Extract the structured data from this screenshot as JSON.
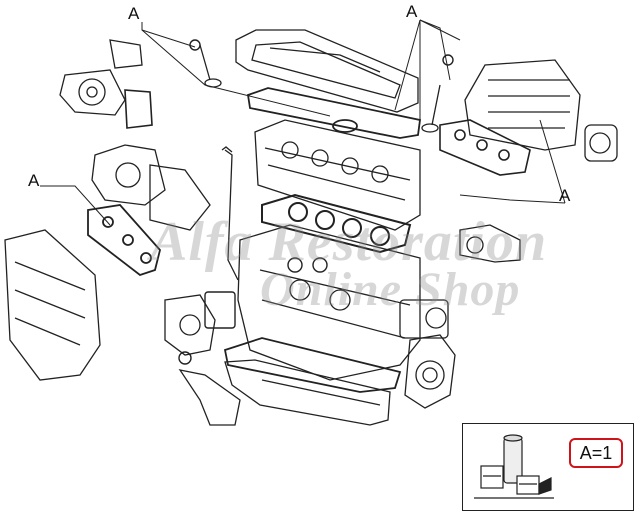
{
  "callouts": [
    "A",
    "A",
    "A",
    "A"
  ],
  "watermark": {
    "line1": "Alfa Restoration",
    "line2": "Online Shop"
  },
  "legend": {
    "quantity": "A=1"
  },
  "colors": {
    "line": "#222222",
    "highlight": "#d0121b",
    "watermark": "#8c8c8c"
  }
}
